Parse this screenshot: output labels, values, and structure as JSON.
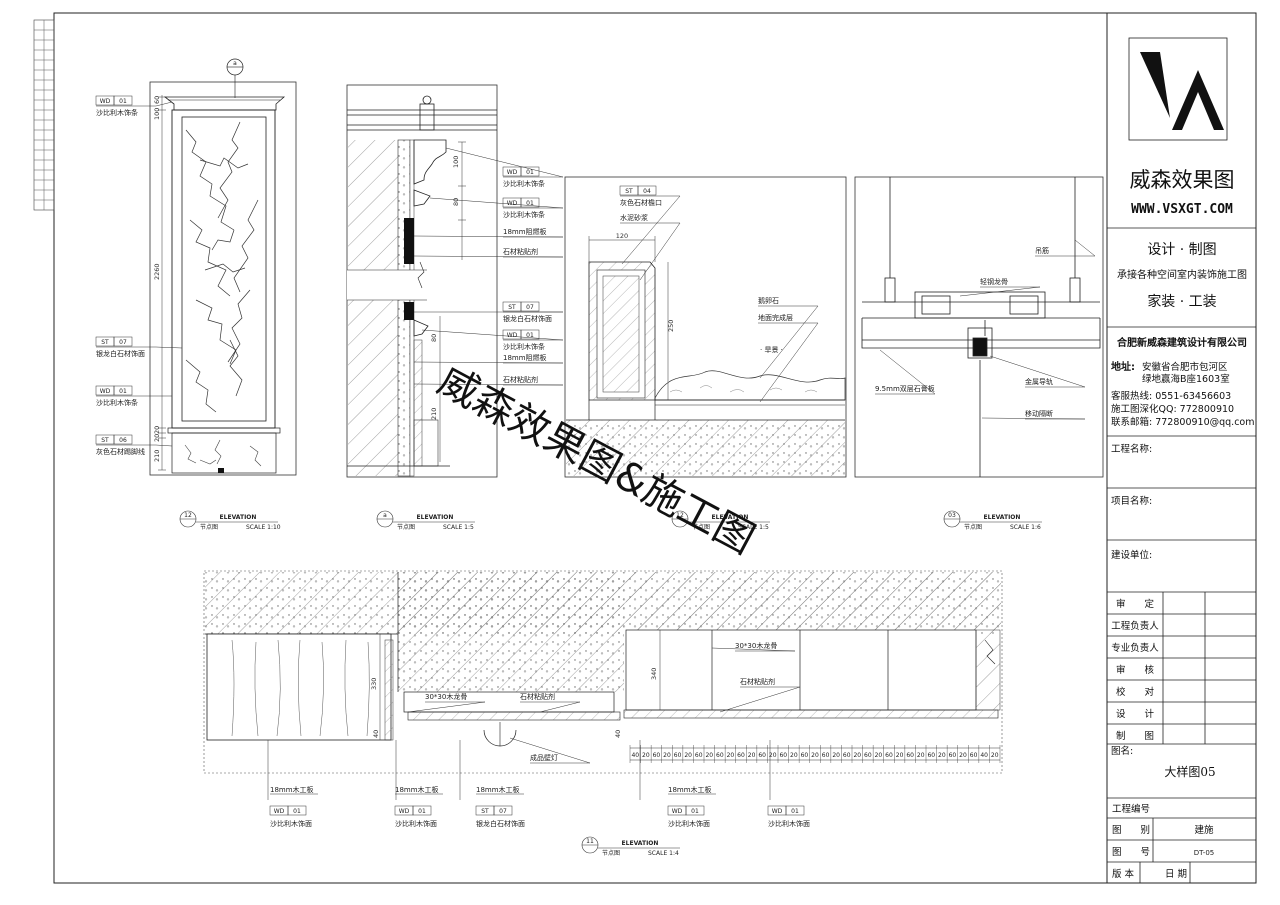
{
  "title_block": {
    "brand": "威森效果图",
    "website": "WWW.VSXGT.COM",
    "service_line1": "设计 · 制图",
    "service_line2": "承接各种空间室内装饰施工图",
    "service_line3": "家装 · 工装",
    "company": "合肥新威森建筑设计有限公司",
    "address_label": "地址:",
    "address_line1": "安徽省合肥市包河区",
    "address_line2": "绿地赢海B座1603室",
    "hotline": "客服热线: 0551-63456603",
    "qq": "施工图深化QQ: 772800910",
    "email": "联系邮箱: 772800910@qq.com",
    "project_name_label": "工程名称:",
    "item_name_label": "项目名称:",
    "builder_label": "建设单位:",
    "approval_rows": [
      "审　　定",
      "工程负责人",
      "专业负责人",
      "审　　核",
      "校　　对",
      "设　　计",
      "制　　图"
    ],
    "drawing_name_label": "图名:",
    "drawing_name": "大样图05",
    "project_no_label": "工程编号",
    "category_label": "图　　别",
    "category_value": "建施",
    "drawing_no_label": "图　　号",
    "drawing_no_value": "DT-05",
    "version_label": "版 本",
    "date_label": "日 期"
  },
  "watermark": "威森效果图&施工图",
  "views": {
    "v1": {
      "tag": "a",
      "labels": [
        {
          "code": "WD",
          "num": "01",
          "text": "沙比利木饰条"
        },
        {
          "code": "ST",
          "num": "07",
          "text": "银龙白石材饰面"
        },
        {
          "code": "WD",
          "num": "01",
          "text": "沙比利木饰条"
        },
        {
          "code": "ST",
          "num": "06",
          "text": "灰色石材踢脚线"
        }
      ],
      "dims": [
        "60",
        "100",
        "2260",
        "20",
        "20",
        "210"
      ],
      "caption_title": "ELEVATION",
      "caption_sub": "节点图",
      "caption_scale": "SCALE 1:10",
      "caption_tag": "12"
    },
    "v2": {
      "labels": [
        {
          "code": "WD",
          "num": "01",
          "text": "沙比利木饰条"
        },
        {
          "code": "WD",
          "num": "01",
          "text": "沙比利木饰条"
        },
        {
          "code": "",
          "num": "",
          "text": "18mm阻燃板"
        },
        {
          "code": "",
          "num": "",
          "text": "石材粘贴剂"
        },
        {
          "code": "ST",
          "num": "07",
          "text": "银龙白石材饰面"
        },
        {
          "code": "WD",
          "num": "01",
          "text": "沙比利木饰条"
        },
        {
          "code": "",
          "num": "",
          "text": "18mm阻燃板"
        },
        {
          "code": "",
          "num": "",
          "text": "石材粘贴剂"
        }
      ],
      "dims": [
        "100",
        "80",
        "80",
        "210"
      ],
      "caption_title": "ELEVATION",
      "caption_sub": "节点图",
      "caption_scale": "SCALE 1:5",
      "caption_tag": "a"
    },
    "v3": {
      "labels": [
        {
          "code": "ST",
          "num": "04",
          "text": "灰色石材檐口"
        },
        {
          "code": "",
          "num": "",
          "text": "水泥砂浆"
        },
        {
          "code": "",
          "num": "",
          "text": "鹅卵石"
        },
        {
          "code": "",
          "num": "",
          "text": "地面完成层"
        },
        {
          "code": "",
          "num": "",
          "text": "旱景"
        }
      ],
      "dims": [
        "120",
        "250"
      ],
      "caption_title": "ELEVATION",
      "caption_sub": "节点图",
      "caption_scale": "SCALE 1:5",
      "caption_tag": "12"
    },
    "v4": {
      "labels": [
        {
          "code": "",
          "num": "",
          "text": "吊筋"
        },
        {
          "code": "",
          "num": "",
          "text": "轻钢龙骨"
        },
        {
          "code": "",
          "num": "",
          "text": "9.5mm双层石膏板"
        },
        {
          "code": "",
          "num": "",
          "text": "金属导轨"
        },
        {
          "code": "",
          "num": "",
          "text": "移动隔断"
        }
      ],
      "caption_title": "ELEVATION",
      "caption_sub": "节点图",
      "caption_scale": "SCALE 1:6",
      "caption_tag": "03"
    },
    "v5": {
      "labels": [
        {
          "code": "",
          "num": "",
          "text": "30*30木龙骨"
        },
        {
          "code": "",
          "num": "",
          "text": "石材粘贴剂"
        },
        {
          "code": "",
          "num": "",
          "text": "30*30木龙骨"
        },
        {
          "code": "",
          "num": "",
          "text": "石材粘贴剂"
        },
        {
          "code": "",
          "num": "",
          "text": "成品壁灯"
        }
      ],
      "bottom_labels": [
        {
          "top": "18mm木工板",
          "code": "WD",
          "num": "01",
          "text": "沙比利木饰面"
        },
        {
          "top": "18mm木工板",
          "code": "WD",
          "num": "01",
          "text": "沙比利木饰面"
        },
        {
          "top": "18mm木工板",
          "code": "ST",
          "num": "07",
          "text": "银龙白石材饰面"
        },
        {
          "top": "18mm木工板",
          "code": "WD",
          "num": "01",
          "text": "沙比利木饰面"
        },
        {
          "top": "",
          "code": "WD",
          "num": "01",
          "text": "沙比利木饰面"
        }
      ],
      "dims": [
        "330",
        "340",
        "40",
        "40"
      ],
      "dim_row": [
        "40",
        "20",
        "60",
        "20",
        "60",
        "20",
        "60",
        "20",
        "60",
        "20",
        "60",
        "20",
        "60",
        "20",
        "60",
        "20",
        "60",
        "20",
        "60",
        "20",
        "60",
        "20",
        "60",
        "20",
        "60",
        "20",
        "60",
        "20",
        "60",
        "20",
        "60",
        "20",
        "60",
        "40",
        "20"
      ],
      "caption_title": "ELEVATION",
      "caption_sub": "节点图",
      "caption_scale": "SCALE 1:4",
      "caption_tag": "11"
    }
  }
}
